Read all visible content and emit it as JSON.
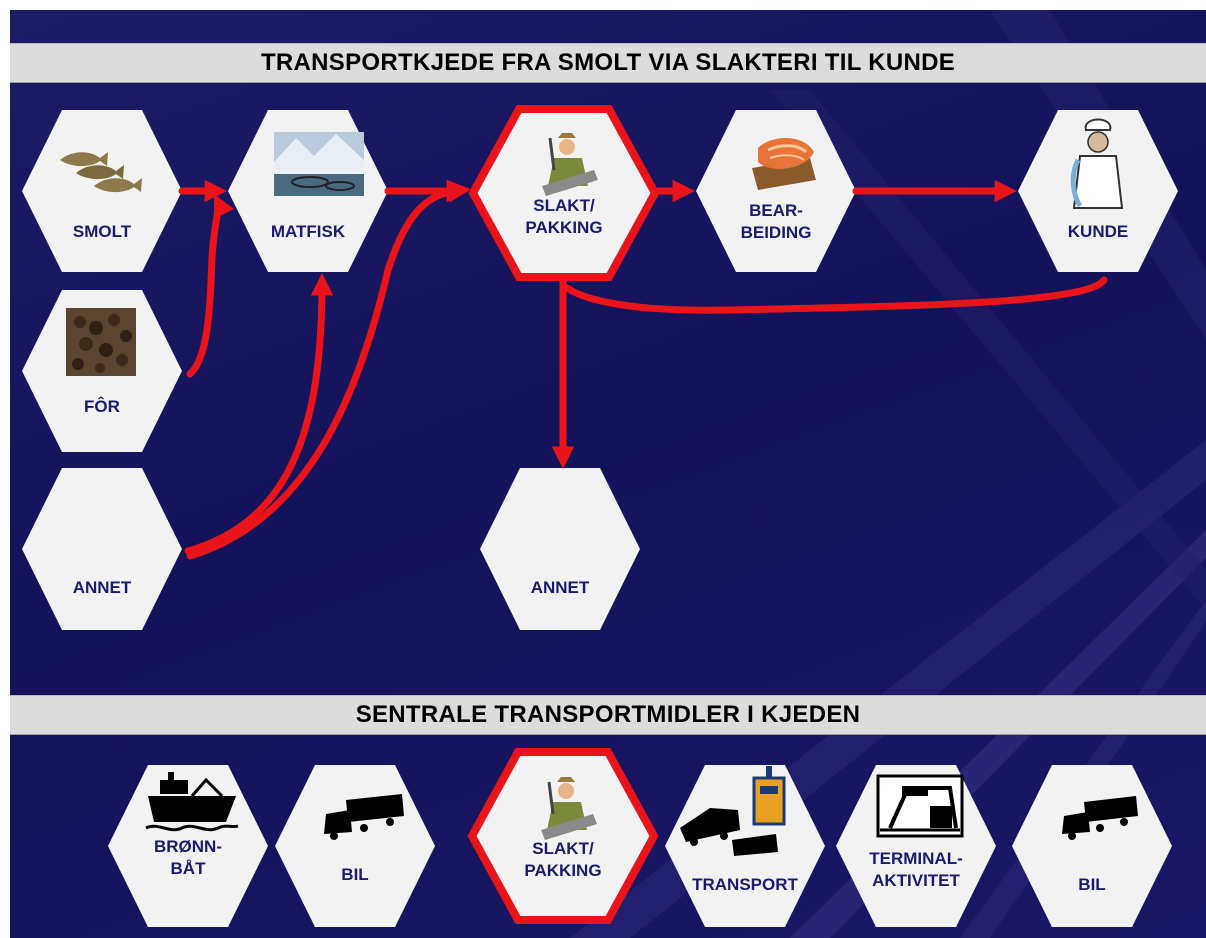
{
  "title": "TRANSPORTKJEDE FRA SMOLT VIA SLAKTERI TIL KUNDE",
  "subtitle": "SENTRALE TRANSPORTMIDLER I KJEDEN",
  "chain_nodes": [
    {
      "id": "smolt",
      "label": "SMOLT",
      "icon": "fish-icon"
    },
    {
      "id": "for",
      "label": "FÔR",
      "icon": "feed-pellets-icon"
    },
    {
      "id": "annet1",
      "label": "ANNET",
      "icon": ""
    },
    {
      "id": "matfisk",
      "label": "MATFISK",
      "icon": "fish-farm-icon"
    },
    {
      "id": "slakt",
      "label": "SLAKT/\nPAKKING",
      "icon": "fish-worker-icon",
      "highlight": true
    },
    {
      "id": "bearbeiding",
      "label": "BEAR-\nBEIDING",
      "icon": "salmon-fillet-icon"
    },
    {
      "id": "kunde",
      "label": "KUNDE",
      "icon": "chef-icon"
    },
    {
      "id": "annet2",
      "label": "ANNET",
      "icon": ""
    }
  ],
  "transport_nodes": [
    {
      "id": "bronnbat",
      "label": "BRØNN-\nBÅT",
      "icon": "well-boat-icon"
    },
    {
      "id": "bil1",
      "label": "BIL",
      "icon": "truck-icon"
    },
    {
      "id": "slakt2",
      "label": "SLAKT/\nPAKKING",
      "icon": "fish-worker-icon",
      "highlight": true
    },
    {
      "id": "transport",
      "label": "TRANSPORT",
      "icon": "train-ferry-truck-icon"
    },
    {
      "id": "terminal",
      "label": "TERMINAL-\nAKTIVITET",
      "icon": "terminal-crane-icon"
    },
    {
      "id": "bil2",
      "label": "BIL",
      "icon": "truck-icon"
    }
  ],
  "colors": {
    "background": "#17155f",
    "hexagon_fill": "#f2f2f2",
    "highlight_border": "#e8141a",
    "arrow": "#e8141a",
    "label_text": "#1a1a6e",
    "band": "#dcdcdc"
  }
}
